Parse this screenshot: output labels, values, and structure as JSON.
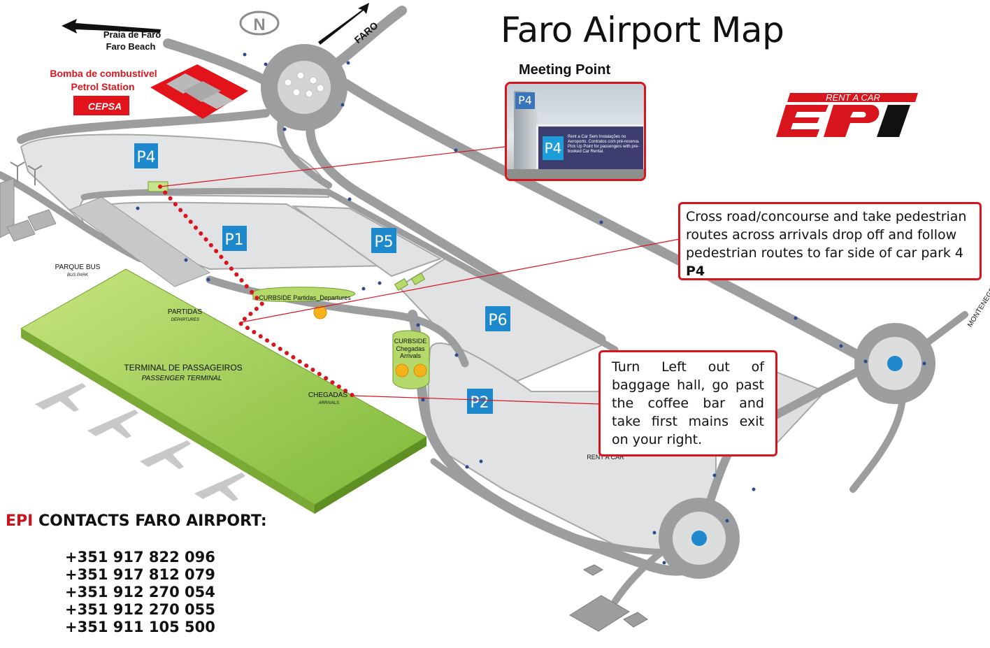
{
  "title": "Faro Airport Map",
  "meeting_point": {
    "label": "Meeting Point",
    "photo_sign": "P4",
    "photo_board_text": "Rent a Car Sem Instalações no Aeroporto. Contratos com pré-reserva. Pick Up Point for passengers with pre-booked Car Rental."
  },
  "brand": {
    "tagline": "RENT A CAR",
    "name": "EPI",
    "color": "#d8141c"
  },
  "directions": {
    "west_line1": "Praia de Faro",
    "west_line2": "Faro Beach",
    "north_east": "FARO",
    "compass": "N",
    "east": "MONTENEGRO"
  },
  "petrol": {
    "line1": "Bomba de combustível",
    "line2": "Petrol Station",
    "brand": "CEPSA"
  },
  "parking": {
    "p4": "P4",
    "p1": "P1",
    "p5": "P5",
    "p6": "P6",
    "p2": "P2"
  },
  "labels": {
    "bus_park": "PARQUE BUS",
    "bus_park_en": "BUS PARK",
    "departures": "PARTIDAS",
    "departures_en": "DEPARTURES",
    "arrivals": "CHEGADAS",
    "arrivals_en": "ARRIVALS",
    "terminal": "TERMINAL DE PASSAGEIROS",
    "terminal_en": "PASSENGER TERMINAL",
    "curbside_departures": "CURBSIDE Partidas_Departures",
    "curbside_arrivals_1": "CURBSIDE",
    "curbside_arrivals_2": "Chegadas",
    "curbside_arrivals_3": "Arrivals",
    "rent_a_car": "RENT A CAR"
  },
  "callout_1": {
    "text": "Cross road/concourse and take pedestrian routes across arrivals drop off and follow pedestrian routes to far side of car park 4",
    "bold": "P4"
  },
  "callout_2": {
    "text": "Turn Left out of baggage hall, go past the coffee bar and take first mains exit on your right."
  },
  "contacts": {
    "brand": "EPI",
    "heading": "CONTACTS FARO AIRPORT:",
    "phones": [
      "+351 917 822 096",
      "+351 917 812 079",
      "+351 912 270 054",
      "+351 912 270 055",
      "+351 911 105 500"
    ]
  },
  "colors": {
    "accent_red": "#d8141c",
    "parking_blue": "#1e88cc",
    "terminal_green": "#8fc63f",
    "road_gray": "#9a9c9e"
  }
}
